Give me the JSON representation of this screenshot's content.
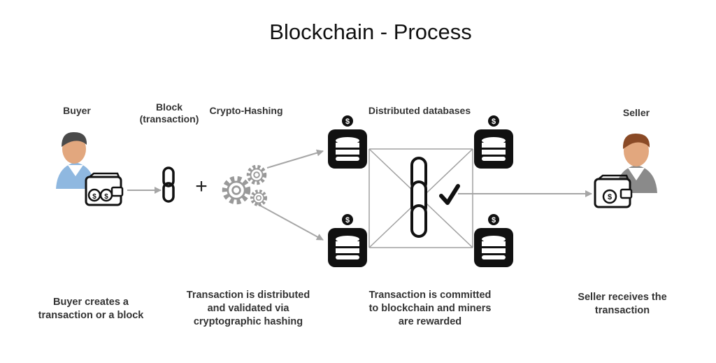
{
  "title": "Blockchain - Process",
  "labels": {
    "buyer": "Buyer",
    "block": "Block\n(transaction)",
    "hashing": "Crypto-Hashing",
    "databases": "Distributed databases",
    "seller": "Seller"
  },
  "captions": {
    "buyer": "Buyer creates a\ntransaction or a block",
    "hashing": "Transaction is distributed\nand validated via\ncryptographic hashing",
    "committed": "Transaction is committed\nto blockchain and miners\nare rewarded",
    "seller": "Seller receives the\ntransaction"
  },
  "symbols": {
    "plus": "+",
    "dollar": "$"
  },
  "icons": {
    "buyer": "buyer-person-icon",
    "wallet": "wallet-icon",
    "block": "chain-link-icon",
    "hashing": "gears-icon",
    "database": "database-icon",
    "chain": "blockchain-chain-icon",
    "check": "checkmark-icon",
    "seller": "seller-person-icon"
  },
  "colors": {
    "arrow": "#a6a6a6",
    "icon_dark": "#111111",
    "shirt_buyer": "#8fb8e0",
    "shirt_seller": "#8a8a8a",
    "skin": "#e2a77e",
    "hair_buyer": "#4a4a4a",
    "hair_seller": "#8a4a26"
  }
}
